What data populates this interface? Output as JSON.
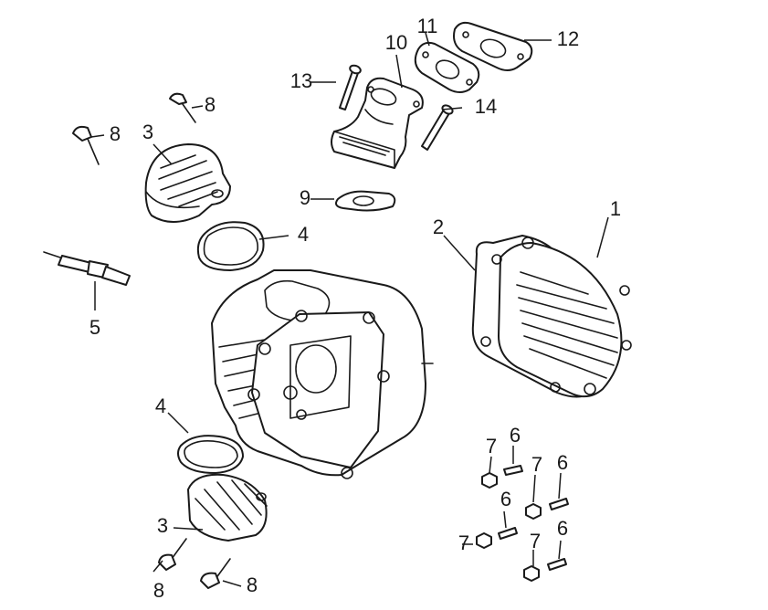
{
  "callouts": {
    "c1": "1",
    "c2": "2",
    "c3a": "3",
    "c3b": "3",
    "c4a": "4",
    "c4b": "4",
    "c5": "5",
    "c6a": "6",
    "c6b": "6",
    "c6c": "6",
    "c6d": "6",
    "c7a": "7",
    "c7b": "7",
    "c7c": "7",
    "c7d": "7",
    "c8a": "8",
    "c8b": "8",
    "c8c": "8",
    "c8d": "8",
    "c9": "9",
    "c10": "10",
    "c11": "11",
    "c12": "12",
    "c13": "13",
    "c14": "14"
  }
}
